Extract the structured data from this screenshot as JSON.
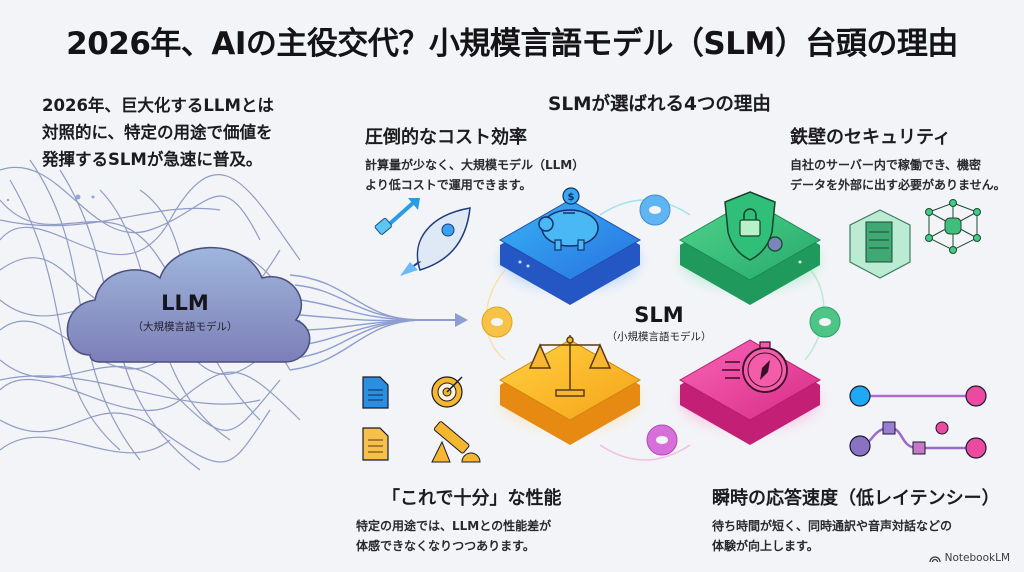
{
  "title": "2026年、AIの主役交代？小規模言語モデル（SLM）台頭の理由",
  "intro": {
    "lines": [
      "2026年、巨大化するLLMとは",
      "対照的に、特定の用途で価値を",
      "発揮するSLMが急速に普及。"
    ]
  },
  "llm": {
    "label": "LLM",
    "sublabel": "（大規模言語モデル）"
  },
  "slm": {
    "label": "SLM",
    "sublabel": "（小規模言語モデル）"
  },
  "reasons_title": "SLMが選ばれる4つの理由",
  "cards": {
    "cost": {
      "title": "圧倒的なコスト効率",
      "desc": [
        "計算量が少なく、大規模モデル（LLM）",
        "より低コストで運用できます。"
      ],
      "color": "#2f7de8",
      "icons": [
        "rocket-icon",
        "boost-arrow-icon",
        "piggy-bank-icon",
        "dollar-coin-icon"
      ]
    },
    "security": {
      "title": "鉄壁のセキュリティ",
      "desc": [
        "自社のサーバー内で稼働でき、機密",
        "データを外部に出す必要がありません。"
      ],
      "color": "#2fbf78",
      "icons": [
        "shield-lock-icon",
        "server-cube-icon",
        "database-network-icon"
      ]
    },
    "performance": {
      "title": "「これで十分」な性能",
      "desc": [
        "特定の用途では、LLMとの性能差が",
        "体感できなくなりつつあります。"
      ],
      "color": "#f5b321",
      "icons": [
        "balance-scale-icon",
        "document-icon",
        "target-icon",
        "telescope-icon"
      ]
    },
    "latency": {
      "title": "瞬時の応答速度（低レイテンシー）",
      "desc": [
        "待ち時間が短く、同時通訳や音声対話などの",
        "体験が向上します。"
      ],
      "color": "#ec3f9b",
      "icons": [
        "stopwatch-icon",
        "connection-path-icon"
      ]
    }
  },
  "watermark": "NotebookLM"
}
